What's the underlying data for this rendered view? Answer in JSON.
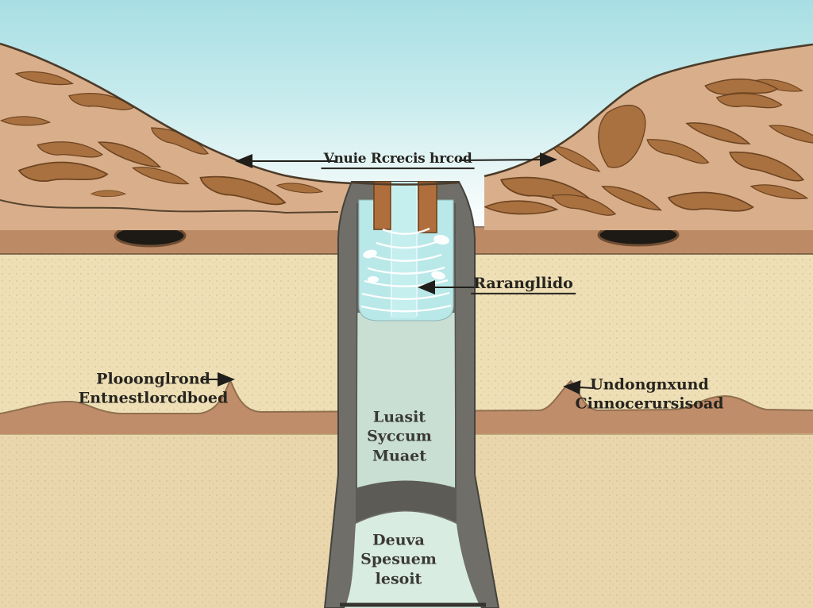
{
  "diagram": {
    "type": "geological-cross-section-well-diagram",
    "labels": {
      "surface_head": "Vnuie Rcrecis hrcod",
      "shaft_pointer": "Rarangllido",
      "left_line1": "Plooonglrond",
      "left_line2": "Entnestlorcdboed",
      "right_line1": "Undongnxund",
      "right_line2": "Cinnocerursisoad",
      "shaft_mid_line1": "Luasit",
      "shaft_mid_line2": "Syccum",
      "shaft_mid_line3": "Muaet",
      "deep_line1": "Deuva",
      "deep_line2": "Spesuem",
      "deep_line3": "lesoit"
    },
    "colors": {
      "sky_top": "#a7dee3",
      "sky_horizon": "#ffffff",
      "hill_tan": "#d9ae8a",
      "streak_brown": "#a9713f",
      "soil_band": "#bd8a66",
      "soil_hole": "#1d1a16",
      "beige_upper": "#eedfb6",
      "beige_lower": "#e9d6ad",
      "wavy_band": "#c08d6a",
      "wall_gray": "#6f6e68",
      "arch_gray": "#5c5b55",
      "cascade_water": "#b9e8e9",
      "waterfall_strip": "#c5eeee",
      "still_water": "#c9dfd4",
      "deep_water": "#d9ece2",
      "pillar_brown": "#b06e3c",
      "label_text": "#26241f"
    }
  }
}
